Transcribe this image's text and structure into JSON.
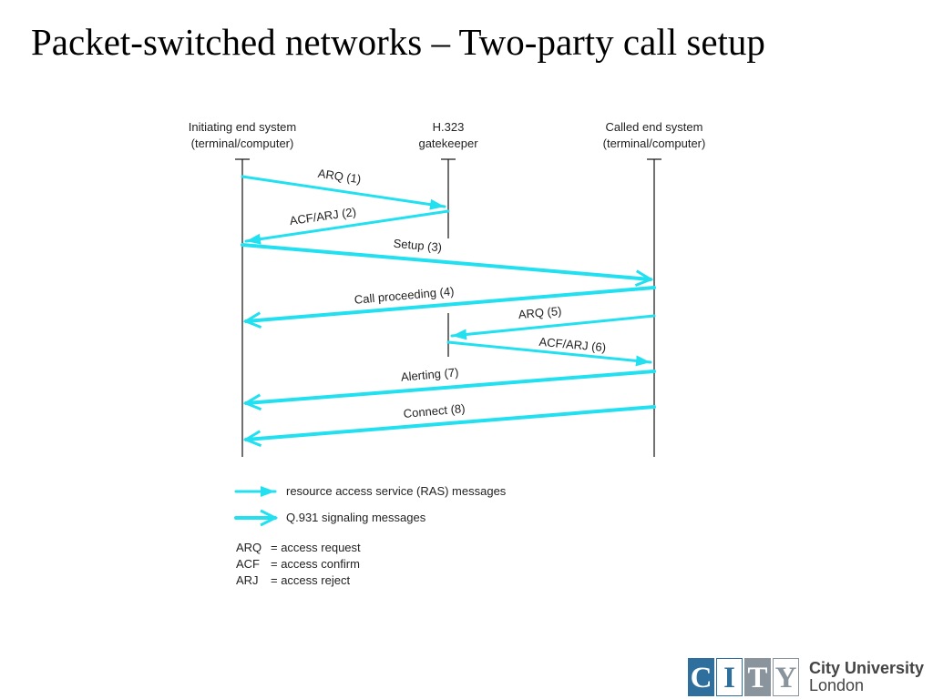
{
  "title": "Packet-switched networks – Two-party call setup",
  "colors": {
    "arrow": "#22e0f0",
    "lifeline": "#111111",
    "logo_blue": "#2f6f9e",
    "logo_grey": "#8a949c"
  },
  "lifelines": [
    {
      "line1": "Initiating end system",
      "line2": "(terminal/computer)"
    },
    {
      "line1": "H.323",
      "line2": "gatekeeper"
    },
    {
      "line1": "Called end system",
      "line2": "(terminal/computer)"
    }
  ],
  "messages": [
    {
      "label": "ARQ (1)",
      "from": 0,
      "to": 1,
      "kind": "RAS"
    },
    {
      "label": "ACF/ARJ (2)",
      "from": 1,
      "to": 0,
      "kind": "RAS"
    },
    {
      "label": "Setup (3)",
      "from": 0,
      "to": 2,
      "kind": "Q931"
    },
    {
      "label": "Call proceeding (4)",
      "from": 2,
      "to": 0,
      "kind": "Q931"
    },
    {
      "label": "ARQ (5)",
      "from": 2,
      "to": 1,
      "kind": "RAS"
    },
    {
      "label": "ACF/ARJ (6)",
      "from": 1,
      "to": 2,
      "kind": "RAS"
    },
    {
      "label": "Alerting (7)",
      "from": 2,
      "to": 0,
      "kind": "Q931"
    },
    {
      "label": "Connect (8)",
      "from": 2,
      "to": 0,
      "kind": "Q931"
    }
  ],
  "legend": [
    {
      "kind": "RAS",
      "text": "resource access service (RAS) messages"
    },
    {
      "kind": "Q931",
      "text": "Q.931 signaling messages"
    }
  ],
  "abbreviations": [
    {
      "abbr": "ARQ",
      "meaning": "= access request"
    },
    {
      "abbr": "ACF",
      "meaning": "= access confirm"
    },
    {
      "abbr": "ARJ",
      "meaning": "= access reject"
    }
  ],
  "logo": {
    "letters": [
      "C",
      "I",
      "T",
      "Y"
    ],
    "line1": "City University",
    "line2": "London"
  }
}
